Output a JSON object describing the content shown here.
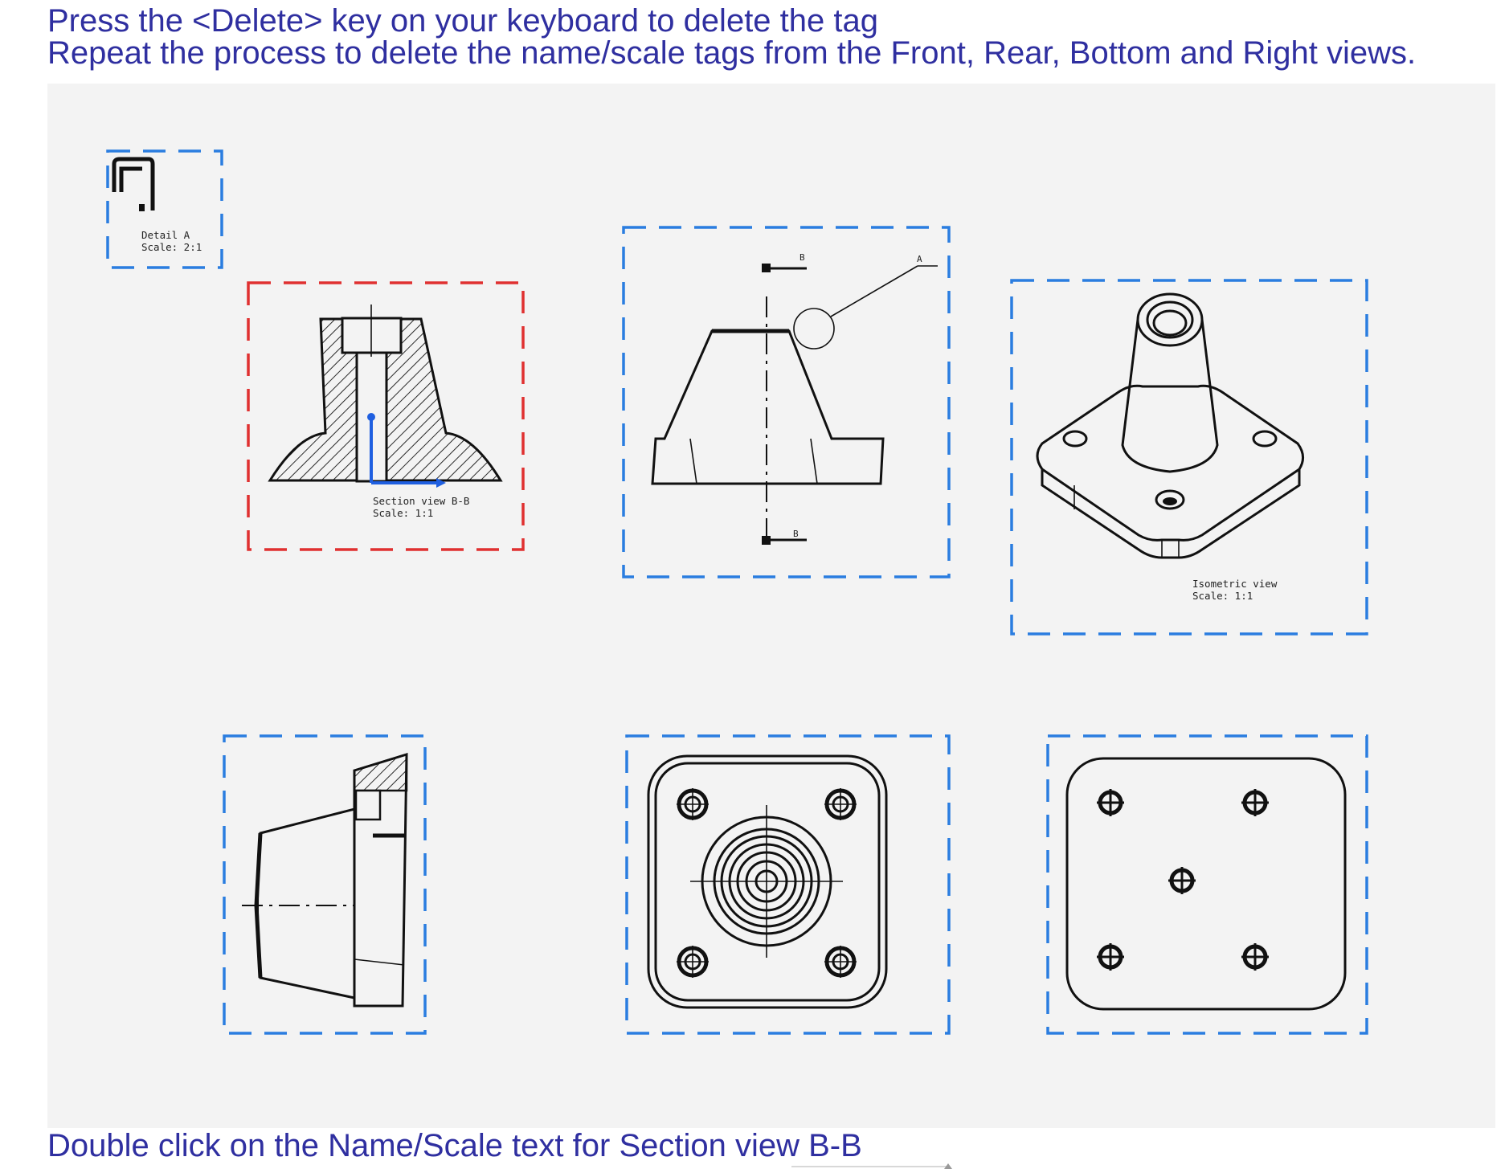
{
  "instructions": {
    "line1": "Press the <Delete> key on your keyboard to delete the tag",
    "line2": "Repeat the process to delete the name/scale tags from the Front, Rear, Bottom and Right views.",
    "line3": "Double click on the Name/Scale text for Section view B-B"
  },
  "colors": {
    "instruction_text": "#2f2fa0",
    "frame_default": "#2a7de0",
    "frame_selected": "#e03030",
    "drawing_background": "#f3f3f3"
  },
  "views": {
    "detail": {
      "name": "Detail A",
      "scale": "Scale:  2:1"
    },
    "section": {
      "name": "Section view B-B",
      "scale": "Scale:  1:1",
      "selected": true
    },
    "front": {
      "callout_top": "B",
      "callout_bottom": "B",
      "detail_callout": "A"
    },
    "isometric": {
      "name": "Isometric view",
      "scale": "Scale:  1:1"
    }
  }
}
